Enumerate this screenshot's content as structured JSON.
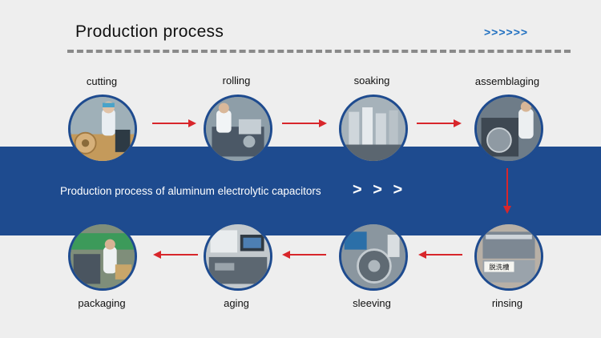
{
  "header": {
    "title": "Production process",
    "chevrons": ">>>>>>"
  },
  "band": {
    "text": "Production process of aluminum electrolytic capacitors",
    "chevrons": "> > >"
  },
  "colors": {
    "band": "#1e4b8f",
    "arrow": "#d8262b",
    "accent": "#1f6fc0"
  },
  "steps": [
    {
      "label": "cutting"
    },
    {
      "label": "rolling"
    },
    {
      "label": "soaking"
    },
    {
      "label": "assemblaging"
    },
    {
      "label": "rinsing"
    },
    {
      "label": "sleeving"
    },
    {
      "label": "aging"
    },
    {
      "label": "packaging"
    }
  ],
  "photo_signs": {
    "rinsing": "脱洗槽"
  }
}
